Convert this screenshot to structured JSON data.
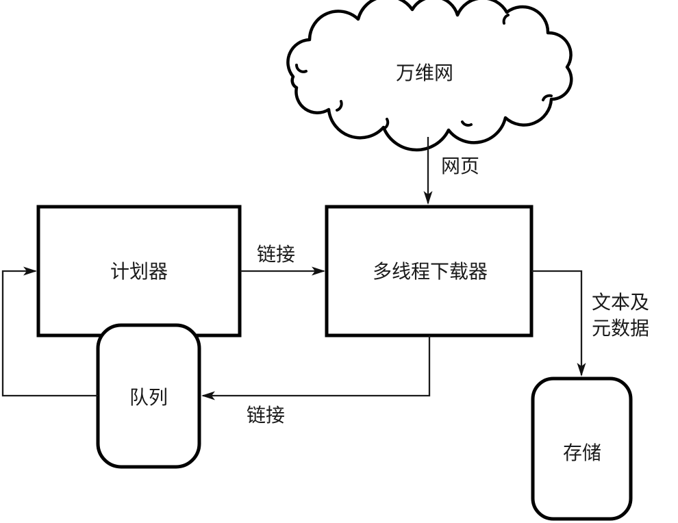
{
  "nodes": {
    "web": {
      "label": "万维网"
    },
    "planner": {
      "label": "计划器"
    },
    "downloader": {
      "label": "多线程下载器"
    },
    "queue": {
      "label": "队列"
    },
    "storage": {
      "label": "存储"
    }
  },
  "edges": {
    "web_to_downloader": {
      "label": "网页"
    },
    "planner_to_downloader": {
      "label": "链接"
    },
    "downloader_to_queue": {
      "label": "链接"
    },
    "downloader_to_storage": {
      "label_line1": "文本及",
      "label_line2": "元数据"
    }
  },
  "colors": {
    "stroke": "#000000",
    "line": "#1a1a1a",
    "text": "#1a1a1a",
    "background": "#ffffff"
  }
}
